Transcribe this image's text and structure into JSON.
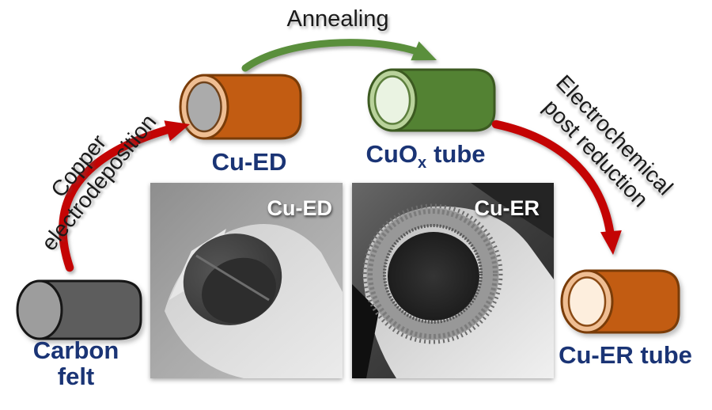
{
  "process": {
    "step1": {
      "line1": "Copper",
      "line2": "electrodeposition"
    },
    "step2": {
      "label": "Annealing"
    },
    "step3": {
      "line1": "Electrochemical",
      "line2": "post reduction"
    }
  },
  "nodes": {
    "carbon_felt": {
      "line1": "Carbon",
      "line2": "felt"
    },
    "cu_ed": {
      "label": "Cu-ED"
    },
    "cuox_tube": {
      "prefix": "CuO",
      "subscript": "x",
      "suffix": "tube"
    },
    "cu_er": {
      "label": "Cu-ER tube"
    }
  },
  "sem_panel": {
    "left_label": "Cu-ED",
    "right_label": "Cu-ER"
  },
  "colors": {
    "copper_body": "#c25c12",
    "copper_outline": "#7a3c08",
    "copper_ring": "#efbe93",
    "carbon_core_gray": "#ababab",
    "cream_inner": "#fdeedd",
    "green_body": "#538233",
    "green_outline": "#3c5a21",
    "green_ring": "#b9d29b",
    "green_inner": "#eaf3e2",
    "felt_body": "#5d5d5d",
    "felt_cap": "#9d9d9d",
    "felt_outline": "#161616",
    "arrow_red": "#c40404",
    "arrow_green": "#5a8f3c",
    "label_navy": "#1a3475",
    "process_text": "#1a1a1a"
  }
}
